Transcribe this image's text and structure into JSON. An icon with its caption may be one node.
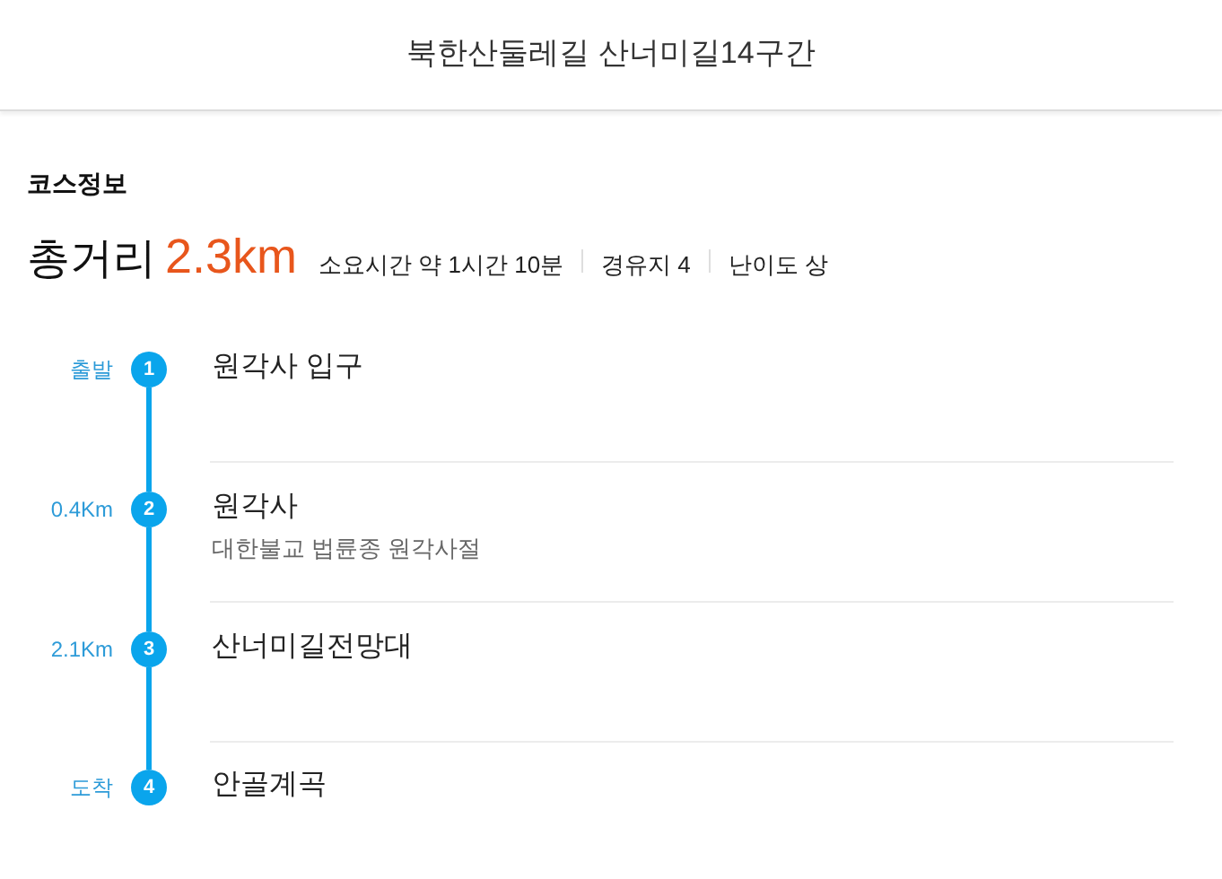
{
  "diagram": {
    "title": "북한산둘레길 산너미길14구간",
    "nodes": [
      {
        "text": [
          "1"
        ],
        "beside": [
          "출발",
          "원각사 입구"
        ]
      },
      {
        "text": [
          "2"
        ],
        "beside": [
          "0.4Km",
          "원각사",
          "대한불교 법륜종 원각사절"
        ]
      },
      {
        "text": [
          "3"
        ],
        "beside": [
          "2.1Km",
          "산너미길전망대"
        ]
      },
      {
        "text": [
          "4"
        ],
        "beside": [
          "도착",
          "안골계곡"
        ]
      }
    ],
    "edges": [
      {
        "from": 0,
        "to": 1,
        "arrow": "none"
      },
      {
        "from": 1,
        "to": 2,
        "arrow": "none"
      },
      {
        "from": 2,
        "to": 3,
        "arrow": "none"
      }
    ],
    "labels": [
      "코스정보",
      "총거리",
      "2.3km",
      "소요시간 약 1시간 10분",
      "경유지 4",
      "난이도 상"
    ]
  }
}
